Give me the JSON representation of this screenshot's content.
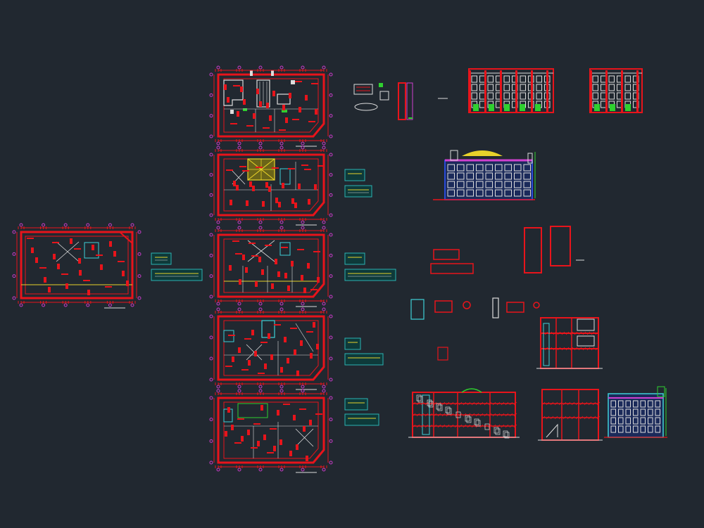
{
  "canvas": {
    "background": "#212830",
    "colors": {
      "wall": "#e8141b",
      "wall_dark": "#9a0e12",
      "grid_axis": "#c83cc8",
      "detail_white": "#dcdcdc",
      "green": "#2fd02f",
      "yellow": "#e8d22a",
      "cyan": "#3fd0d8",
      "magenta": "#d040d0",
      "blue": "#2a4bd8",
      "legend_border": "#2bb3b3"
    }
  },
  "drawings": {
    "floor_plans": [
      {
        "id": "typical-floor-plan-left"
      },
      {
        "id": "roof-plan"
      },
      {
        "id": "upper-floor-plan"
      },
      {
        "id": "third-floor-plan"
      },
      {
        "id": "second-floor-plan"
      },
      {
        "id": "ground-floor-plan"
      }
    ],
    "elevations": [
      {
        "id": "front-elevation-top"
      },
      {
        "id": "side-elevation-top"
      },
      {
        "id": "main-elevation-colored"
      },
      {
        "id": "side-elevation-colored"
      }
    ],
    "sections": [
      {
        "id": "longitudinal-section"
      },
      {
        "id": "cross-section-a"
      },
      {
        "id": "cross-section-b"
      }
    ],
    "legend_tables": [
      {
        "id": "legend-left"
      },
      {
        "id": "legend-floor-2"
      },
      {
        "id": "legend-floor-3"
      },
      {
        "id": "legend-floor-4"
      },
      {
        "id": "legend-floor-5"
      }
    ]
  }
}
